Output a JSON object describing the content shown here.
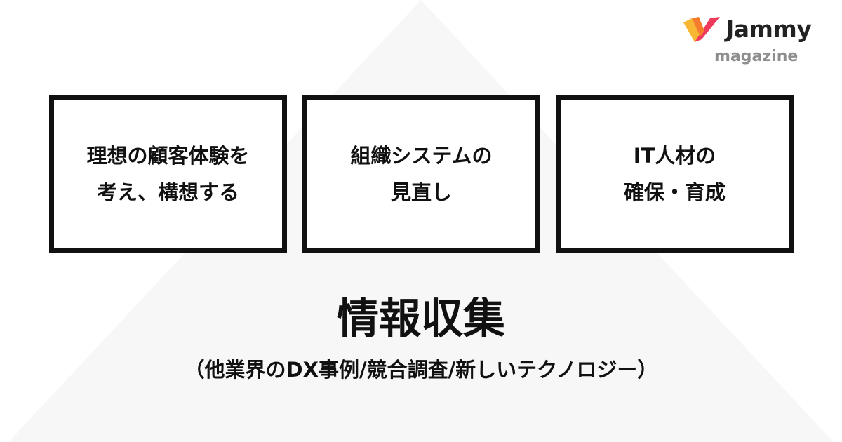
{
  "logo": {
    "name": "Jammy",
    "sub": "magazine",
    "mark_colors": [
      "#f03a5c",
      "#f7b733",
      "#f57c2c"
    ]
  },
  "background": {
    "triangle_color": "#f7f7f7"
  },
  "boxes": [
    {
      "lines": [
        "理想の顧客体験を",
        "考え、構想する"
      ]
    },
    {
      "lines": [
        "組織システムの",
        "見直し"
      ]
    },
    {
      "lines": [
        "IT人材の",
        "確保・育成"
      ]
    }
  ],
  "main_title": "情報収集",
  "subtitle": "（他業界のDX事例/競合調査/新しいテクノロジー）"
}
